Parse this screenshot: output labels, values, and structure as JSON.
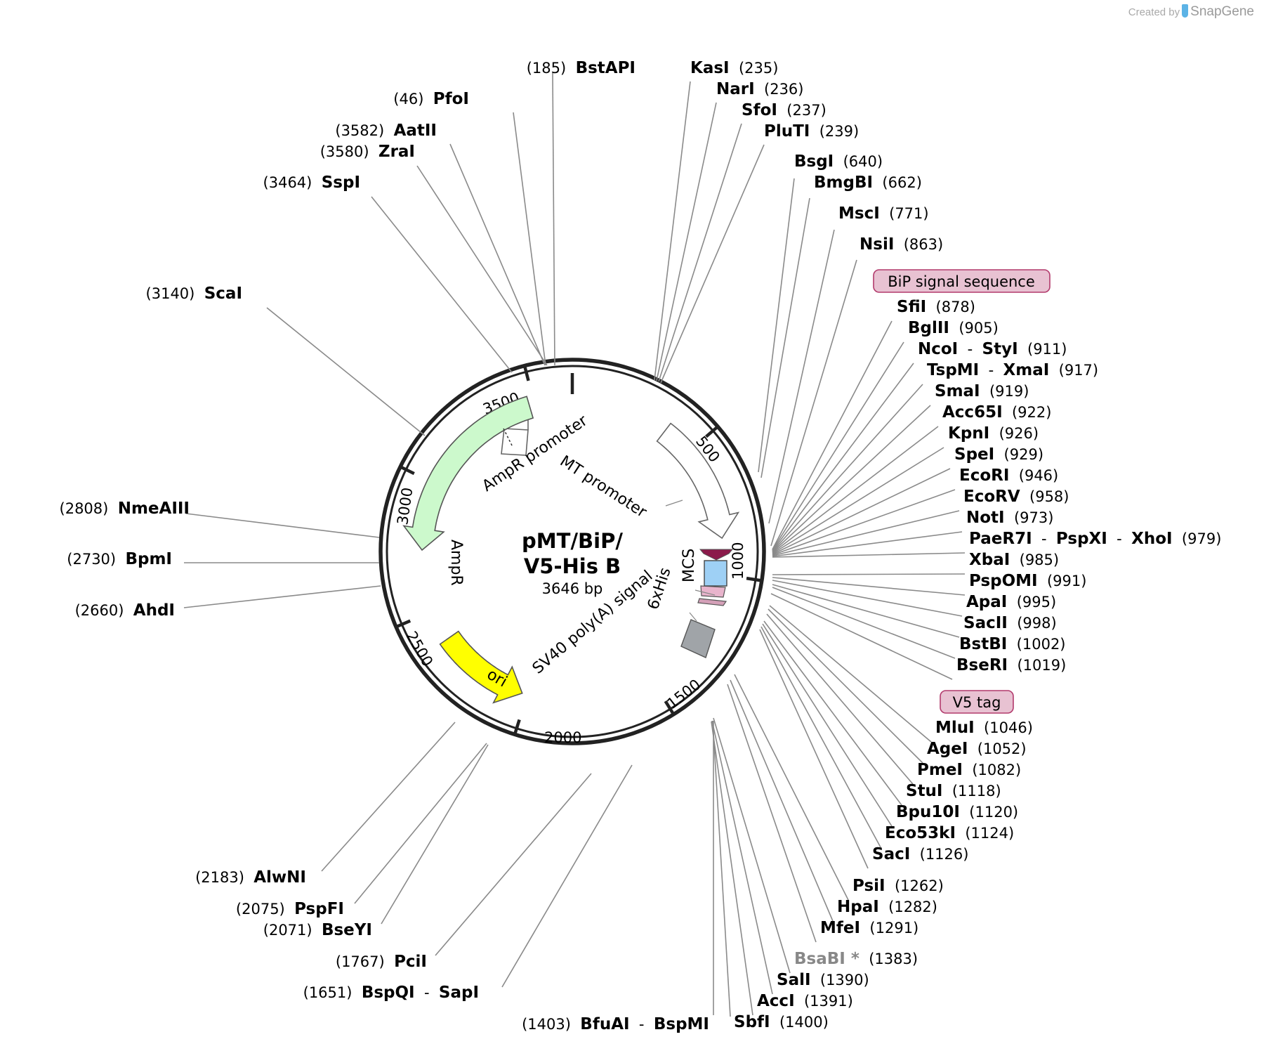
{
  "credit": {
    "prefix": "Created by",
    "brand": "SnapGene"
  },
  "plasmid": {
    "name_line1": "pMT/BiP/",
    "name_line2": "V5-His B",
    "length": "3646 bp"
  },
  "ruler": [
    {
      "label": "500"
    },
    {
      "label": "1000"
    },
    {
      "label": "1500"
    },
    {
      "label": "2000"
    },
    {
      "label": "2500"
    },
    {
      "label": "3000"
    },
    {
      "label": "3500"
    }
  ],
  "features": [
    {
      "name": "AmpR promoter",
      "type": "promoter",
      "color": "#ffffff"
    },
    {
      "name": "AmpR",
      "type": "cds",
      "color": "#ccf9cc"
    },
    {
      "name": "MT promoter",
      "type": "promoter",
      "color": "#ffffff"
    },
    {
      "name": "MCS",
      "type": "misc",
      "color": "#9ed0f5"
    },
    {
      "name": "6xHis",
      "type": "tag",
      "color": "#d4a0b8"
    },
    {
      "name": "SV40 poly(A) signal",
      "type": "terminator",
      "color": "#a0a4a8"
    },
    {
      "name": "ori",
      "type": "rep_origin",
      "color": "#ffff00"
    },
    {
      "name": "BiP signal sequence",
      "type": "signal",
      "color": "#8b1a4a"
    }
  ],
  "feature_tags": [
    {
      "text": "BiP signal sequence"
    },
    {
      "text": "V5 tag"
    }
  ],
  "sites": [
    {
      "names": [
        "BstAPI"
      ],
      "pos": "(185)"
    },
    {
      "names": [
        "PfoI"
      ],
      "pos": "(46)"
    },
    {
      "names": [
        "AatII"
      ],
      "pos": "(3582)"
    },
    {
      "names": [
        "ZraI"
      ],
      "pos": "(3580)"
    },
    {
      "names": [
        "SspI"
      ],
      "pos": "(3464)"
    },
    {
      "names": [
        "ScaI"
      ],
      "pos": "(3140)"
    },
    {
      "names": [
        "NmeAIII"
      ],
      "pos": "(2808)"
    },
    {
      "names": [
        "BpmI"
      ],
      "pos": "(2730)"
    },
    {
      "names": [
        "AhdI"
      ],
      "pos": "(2660)"
    },
    {
      "names": [
        "AlwNI"
      ],
      "pos": "(2183)"
    },
    {
      "names": [
        "PspFI"
      ],
      "pos": "(2075)"
    },
    {
      "names": [
        "BseYI"
      ],
      "pos": "(2071)"
    },
    {
      "names": [
        "PciI"
      ],
      "pos": "(1767)"
    },
    {
      "names": [
        "BspQI",
        "SapI"
      ],
      "pos": "(1651)"
    },
    {
      "names": [
        "BfuAI",
        "BspMI"
      ],
      "pos": "(1403)"
    },
    {
      "names": [
        "KasI"
      ],
      "pos": "(235)"
    },
    {
      "names": [
        "NarI"
      ],
      "pos": "(236)"
    },
    {
      "names": [
        "SfoI"
      ],
      "pos": "(237)"
    },
    {
      "names": [
        "PluTI"
      ],
      "pos": "(239)"
    },
    {
      "names": [
        "BsgI"
      ],
      "pos": "(640)"
    },
    {
      "names": [
        "BmgBI"
      ],
      "pos": "(662)"
    },
    {
      "names": [
        "MscI"
      ],
      "pos": "(771)"
    },
    {
      "names": [
        "NsiI"
      ],
      "pos": "(863)"
    },
    {
      "names": [
        "SfiI"
      ],
      "pos": "(878)"
    },
    {
      "names": [
        "BglII"
      ],
      "pos": "(905)"
    },
    {
      "names": [
        "NcoI",
        "StyI"
      ],
      "pos": "(911)"
    },
    {
      "names": [
        "TspMI",
        "XmaI"
      ],
      "pos": "(917)"
    },
    {
      "names": [
        "SmaI"
      ],
      "pos": "(919)"
    },
    {
      "names": [
        "Acc65I"
      ],
      "pos": "(922)"
    },
    {
      "names": [
        "KpnI"
      ],
      "pos": "(926)"
    },
    {
      "names": [
        "SpeI"
      ],
      "pos": "(929)"
    },
    {
      "names": [
        "EcoRI"
      ],
      "pos": "(946)"
    },
    {
      "names": [
        "EcoRV"
      ],
      "pos": "(958)"
    },
    {
      "names": [
        "NotI"
      ],
      "pos": "(973)"
    },
    {
      "names": [
        "PaeR7I",
        "PspXI",
        "XhoI"
      ],
      "pos": "(979)"
    },
    {
      "names": [
        "XbaI"
      ],
      "pos": "(985)"
    },
    {
      "names": [
        "PspOMI"
      ],
      "pos": "(991)"
    },
    {
      "names": [
        "ApaI"
      ],
      "pos": "(995)"
    },
    {
      "names": [
        "SacII"
      ],
      "pos": "(998)"
    },
    {
      "names": [
        "BstBI"
      ],
      "pos": "(1002)"
    },
    {
      "names": [
        "BseRI"
      ],
      "pos": "(1019)"
    },
    {
      "names": [
        "MluI"
      ],
      "pos": "(1046)"
    },
    {
      "names": [
        "AgeI"
      ],
      "pos": "(1052)"
    },
    {
      "names": [
        "PmeI"
      ],
      "pos": "(1082)"
    },
    {
      "names": [
        "StuI"
      ],
      "pos": "(1118)"
    },
    {
      "names": [
        "Bpu10I"
      ],
      "pos": "(1120)"
    },
    {
      "names": [
        "Eco53kI"
      ],
      "pos": "(1124)"
    },
    {
      "names": [
        "SacI"
      ],
      "pos": "(1126)"
    },
    {
      "names": [
        "PsiI"
      ],
      "pos": "(1262)"
    },
    {
      "names": [
        "HpaI"
      ],
      "pos": "(1282)"
    },
    {
      "names": [
        "MfeI"
      ],
      "pos": "(1291)"
    },
    {
      "names": [
        "BsaBI"
      ],
      "pos": "(1383)",
      "mark": "*",
      "gray": true
    },
    {
      "names": [
        "SalI"
      ],
      "pos": "(1390)"
    },
    {
      "names": [
        "AccI"
      ],
      "pos": "(1391)"
    },
    {
      "names": [
        "SbfI"
      ],
      "pos": "(1400)"
    }
  ]
}
